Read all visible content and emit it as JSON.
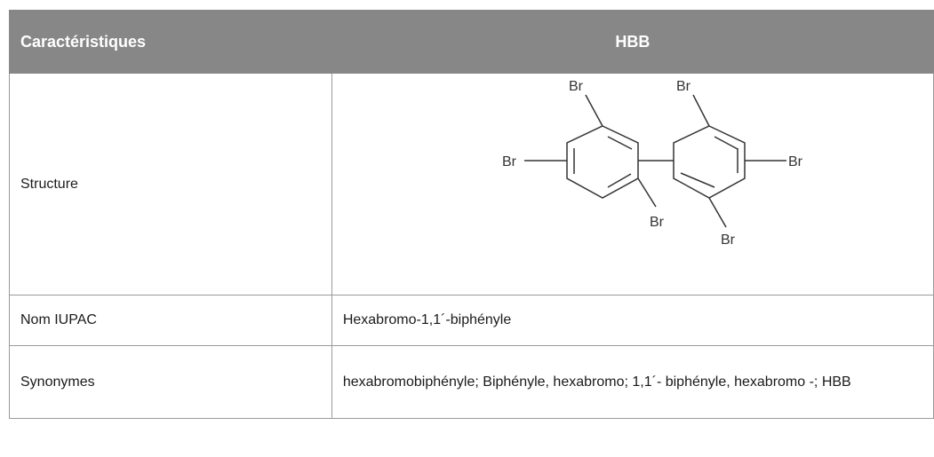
{
  "table": {
    "header": {
      "col1": "Caractéristiques",
      "col2": "HBB"
    },
    "rows": [
      {
        "label": "Structure",
        "value": ""
      },
      {
        "label": "Nom IUPAC",
        "value": "Hexabromo-1,1´-biphényle"
      },
      {
        "label": "Synonymes",
        "value": "hexabromobiphényle; Biphényle, hexabromo; 1,1´- biphényle, hexabromo -; HBB"
      }
    ]
  },
  "molecule": {
    "atom_labels": [
      "Br",
      "Br",
      "Br",
      "Br",
      "Br",
      "Br"
    ]
  }
}
